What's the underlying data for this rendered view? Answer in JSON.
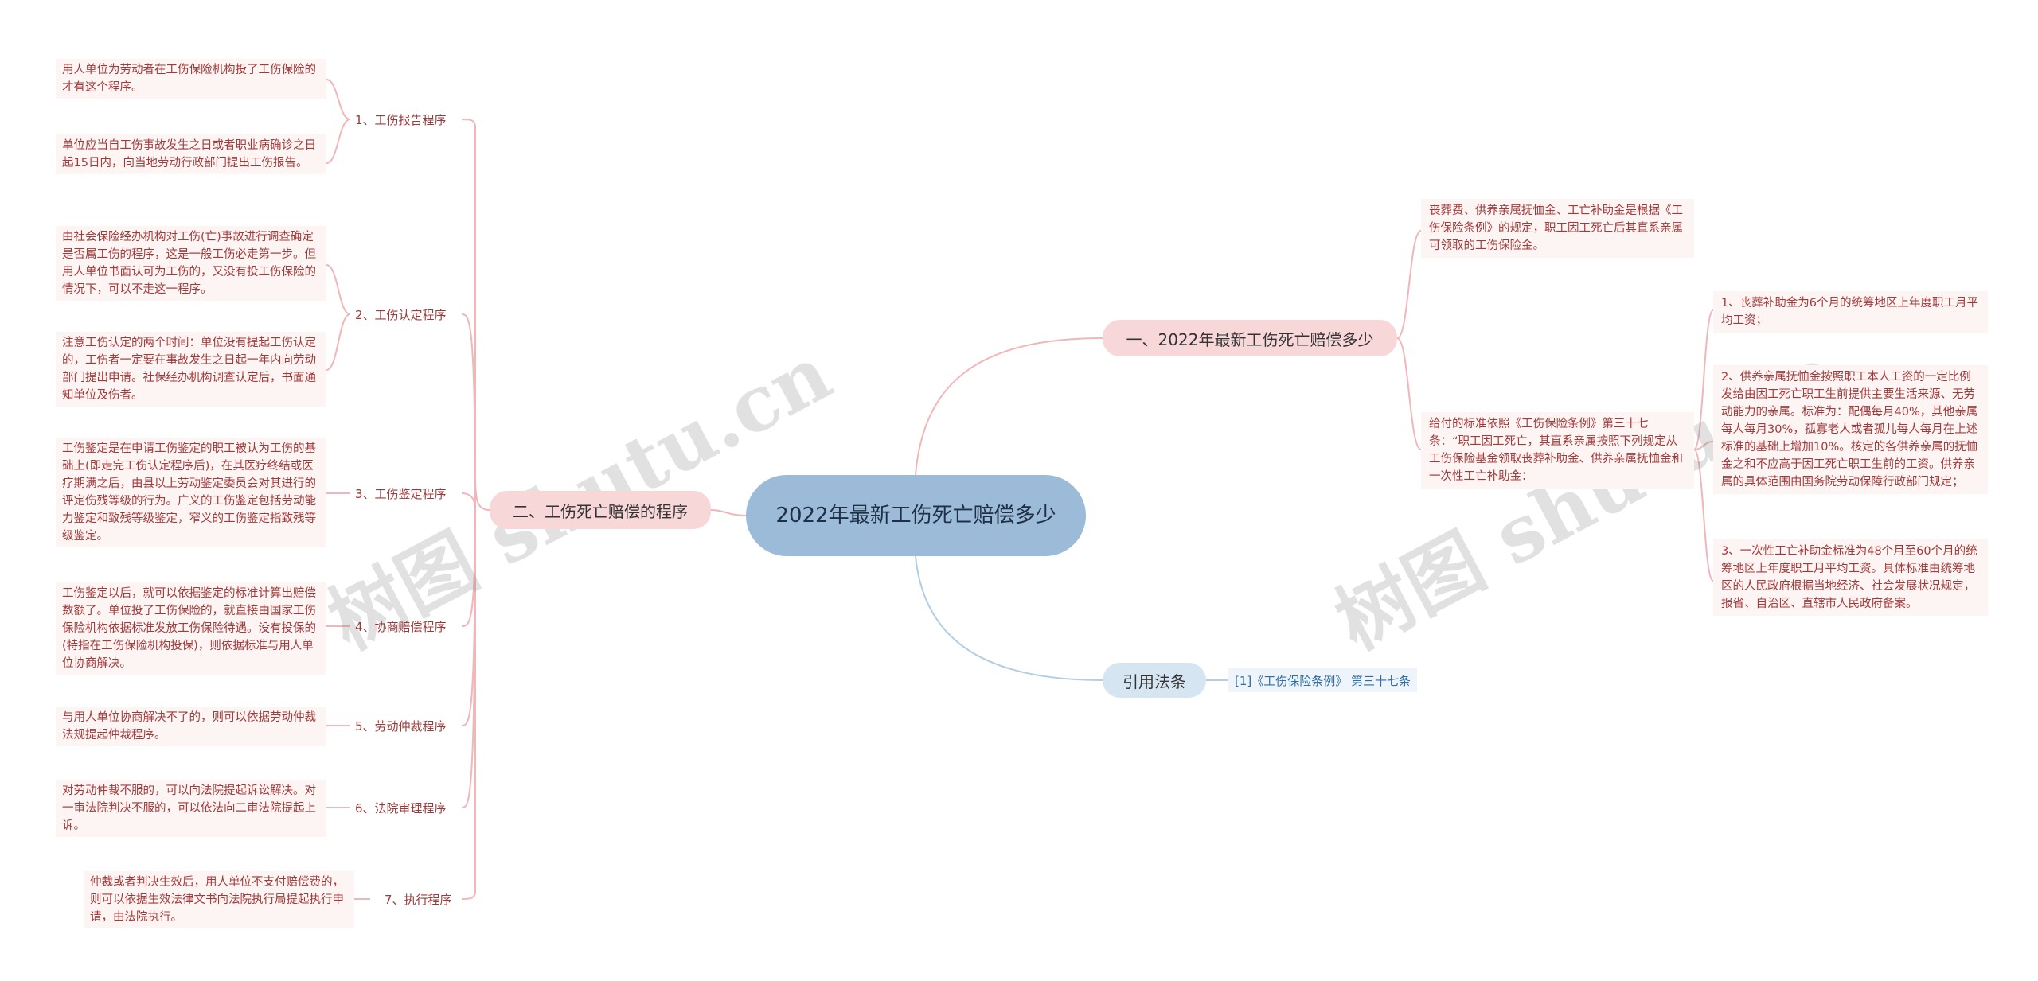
{
  "root": {
    "title": "2022年最新工伤死亡赔偿多少"
  },
  "left_branch": {
    "title": "二、工伤死亡赔偿的程序",
    "groups": [
      {
        "label": "1、工伤报告程序",
        "items": [
          "用人单位为劳动者在工伤保险机构投了工伤保险的才有这个程序。",
          "单位应当自工伤事故发生之日或者职业病确诊之日起15日内，向当地劳动行政部门提出工伤报告。"
        ]
      },
      {
        "label": "2、工伤认定程序",
        "items": [
          "由社会保险经办机构对工伤(亡)事故进行调查确定是否属工伤的程序，这是一般工伤必走第一步。但用人单位书面认可为工伤的，又没有投工伤保险的情况下，可以不走这一程序。",
          "注意工伤认定的两个时间：单位没有提起工伤认定的，工伤者一定要在事故发生之日起一年内向劳动部门提出申请。社保经办机构调查认定后，书面通知单位及伤者。"
        ]
      },
      {
        "label": "3、工伤鉴定程序",
        "items": [
          "工伤鉴定是在申请工伤鉴定的职工被认为工伤的基础上(即走完工伤认定程序后)，在其医疗终结或医疗期满之后，由县以上劳动鉴定委员会对其进行的评定伤残等级的行为。广义的工伤鉴定包括劳动能力鉴定和致残等级鉴定，窄义的工伤鉴定指致残等级鉴定。"
        ]
      },
      {
        "label": "4、协商赔偿程序",
        "items": [
          "工伤鉴定以后，就可以依据鉴定的标准计算出赔偿数额了。单位投了工伤保险的，就直接由国家工伤保险机构依据标准发放工伤保险待遇。没有投保的(特指在工伤保险机构投保)，则依据标准与用人单位协商解决。"
        ]
      },
      {
        "label": "5、劳动仲裁程序",
        "items": [
          "与用人单位协商解决不了的，则可以依据劳动仲裁法规提起仲裁程序。"
        ]
      },
      {
        "label": "6、法院审理程序",
        "items": [
          "对劳动仲裁不服的，可以向法院提起诉讼解决。对一审法院判决不服的，可以依法向二审法院提起上诉。"
        ]
      },
      {
        "label": "7、执行程序",
        "items": [
          "仲裁或者判决生效后，用人单位不支付赔偿费的，则可以依据生效法律文书向法院执行局提起执行申请，由法院执行。"
        ]
      }
    ]
  },
  "right_branch_1": {
    "title": "一、2022年最新工伤死亡赔偿多少",
    "top_text": "丧葬费、供养亲属抚恤金、工亡补助金是根据《工伤保险条例》的规定，职工因工死亡后其直系亲属可领取的工伤保险金。",
    "mid_text": "给付的标准依照《工伤保险条例》第三十七条：“职工因工死亡，其直系亲属按照下列规定从工伤保险基金领取丧葬补助金、供养亲属抚恤金和一次性工亡补助金：",
    "items": [
      "1、丧葬补助金为6个月的统筹地区上年度职工月平均工资；",
      "2、供养亲属抚恤金按照职工本人工资的一定比例发给由因工死亡职工生前提供主要生活来源、无劳动能力的亲属。标准为：配偶每月40%，其他亲属每人每月30%，孤寡老人或者孤儿每人每月在上述标准的基础上增加10%。核定的各供养亲属的抚恤金之和不应高于因工死亡职工生前的工资。供养亲属的具体范围由国务院劳动保障行政部门规定；",
      "3、一次性工亡补助金标准为48个月至60个月的统筹地区上年度职工月平均工资。具体标准由统筹地区的人民政府根据当地经济、社会发展状况规定，报省、自治区、直辖市人民政府备案。"
    ]
  },
  "right_branch_2": {
    "title": "引用法条",
    "citation": "[1]《工伤保险条例》 第三十七条"
  },
  "watermarks": [
    "树图 shutu.cn",
    "树图 shutu.cn"
  ],
  "colors": {
    "root_fill": "#9bbbd9",
    "pink_branch": "#f8d7d9",
    "blue_branch": "#d6e5f2",
    "leaf_fill": "#fdf4f4",
    "pink_line": "#f0b6b9",
    "blue_line": "#b3cde4",
    "leaf_text": "#a33a3a"
  }
}
